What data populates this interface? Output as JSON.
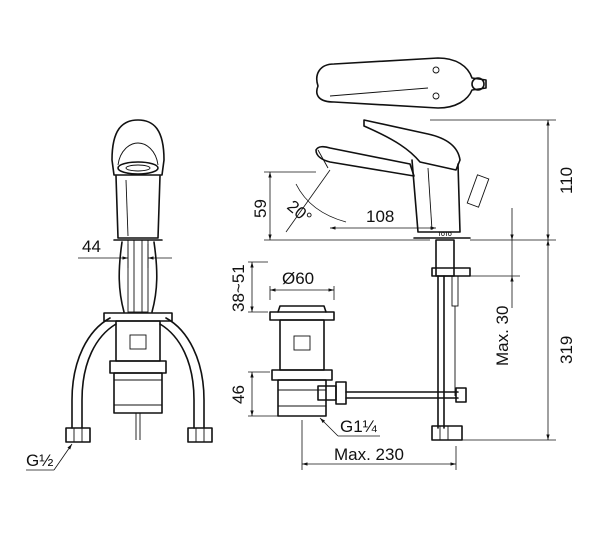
{
  "dimensions": {
    "d44": "44",
    "d38_51": "38~51",
    "d60": "Ø60",
    "d46": "46",
    "d59": "59",
    "d20": "20°",
    "d108": "108",
    "d110": "110",
    "d319": "319",
    "dMax30": "Max. 30",
    "dMax230": "Max. 230"
  },
  "threads": {
    "g_half": "G½",
    "g_one_quarter": "G1¼"
  },
  "brand_mark": "TOTO"
}
